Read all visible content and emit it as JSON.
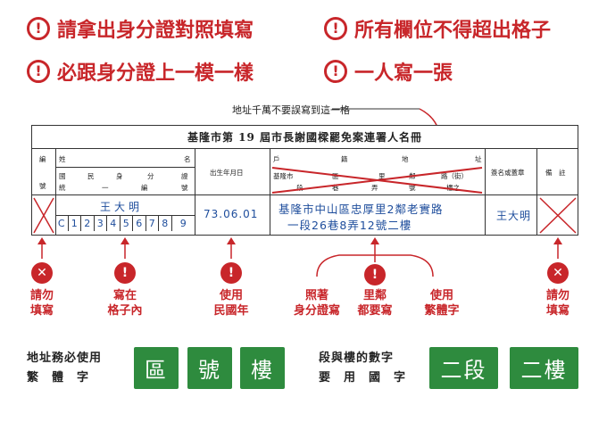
{
  "rules": [
    {
      "icon": "!",
      "text": "請拿出身分證對照填寫"
    },
    {
      "icon": "!",
      "text": "所有欄位不得超出格子"
    },
    {
      "icon": "!",
      "text": "必跟身分證上一模一樣"
    },
    {
      "icon": "!",
      "text": "一人寫一張"
    }
  ],
  "callout": "地址千萬不要誤寫到這一格",
  "form": {
    "title": "基隆市第 19 屆市長謝國樑罷免案連署人名冊",
    "headers": {
      "number_top": "編",
      "number_bottom": "號",
      "name_left": "姓",
      "name_right": "名",
      "id_row1": [
        "國",
        "民",
        "身",
        "分",
        "證"
      ],
      "id_row2": [
        "統",
        "一",
        "編",
        "號"
      ],
      "birth": "出生年月日",
      "addr_left": "戶",
      "addr_mid1": "籍",
      "addr_mid2": "地",
      "addr_right": "址",
      "addr_row1": [
        "基隆市",
        "區",
        "里",
        "鄰",
        "路（街）"
      ],
      "addr_row2": [
        "段",
        "巷",
        "弄",
        "號",
        "樓之"
      ],
      "signature": "簽名或蓋章",
      "remarks": "備　註"
    },
    "entry": {
      "name": "王大明",
      "id_chars": [
        "C",
        "1",
        "2",
        "3",
        "4",
        "5",
        "6",
        "7",
        "8",
        "9"
      ],
      "birth": "73.06.01",
      "address_line1": "基隆市中山區忠厚里2鄰老實路",
      "address_line2": "一段26巷8弄12號二樓",
      "signature": "王大明"
    }
  },
  "notes": [
    {
      "icon": "✕",
      "line1": "請勿",
      "line2": "填寫"
    },
    {
      "icon": "!",
      "line1": "寫在",
      "line2": "格子內"
    },
    {
      "icon": "!",
      "line1": "使用",
      "line2": "民國年"
    },
    {
      "icon": "!",
      "line1": "照著",
      "line2": "身分證寫"
    },
    {
      "icon": "!",
      "line1": "里鄰",
      "line2": "都要寫"
    },
    {
      "icon": "!",
      "line1": "使用",
      "line2": "繁體字"
    },
    {
      "icon": "✕",
      "line1": "請勿",
      "line2": "填寫"
    }
  ],
  "bottom": {
    "left_label1": "地址務必使用",
    "left_label2": "繁　體　字",
    "left_tiles": [
      "區",
      "號",
      "樓"
    ],
    "right_label1": "段與樓的數字",
    "right_label2": "要　用　國　字",
    "right_tiles": [
      "二段",
      "二樓"
    ]
  },
  "colors": {
    "red": "#c8262a",
    "green": "#2e8b3e",
    "blue_ink": "#1e4d9c"
  }
}
